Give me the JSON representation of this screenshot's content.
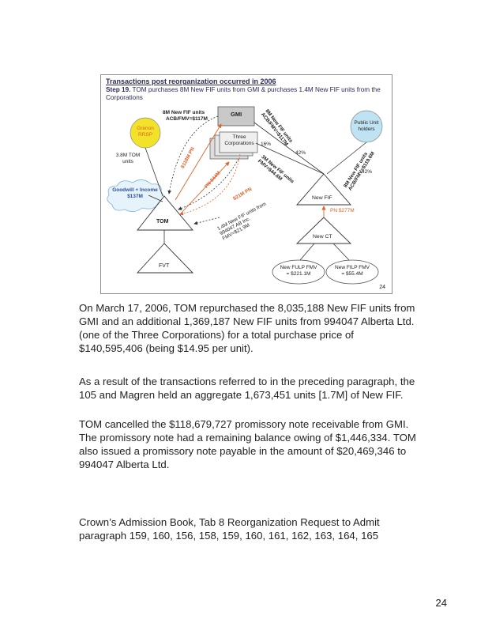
{
  "diagram": {
    "title": "Transactions post reorganization occurred in 2006",
    "step_label": "Step 19.",
    "step_text": " TOM purchases 8M New FIF units from GMI & purchases 1.4M New FIF units from the Corporations",
    "nodes": {
      "gmi": "GMI",
      "three_corporations": "Three Corporations",
      "grenon_rrsp": "Grenon RRSP",
      "public_unit_holders": "Public Unit holders",
      "goodwill_income": "Goodwill + Income $137M",
      "tom": "TOM",
      "fvt": "FVT",
      "new_fif": "New FIF",
      "new_ct": "New CT",
      "new_fulp": "New FULP FMV = $221.1M",
      "new_filp": "New FILP FMV = $55.4M"
    },
    "labels": {
      "tom_units_title": "8M New FIF units",
      "tom_units_acb": "ACB/FMV=$117M",
      "tom_3_8m": "3.8M TOM units",
      "gmi_to_fif": "8M New FIF units ACB/FMV=$117M",
      "pct_16": "16%",
      "pct_42a": "42%",
      "pct_42b": "42%",
      "corp_to_fif": "3M New FIF units FMV=$44.6M",
      "pub_to_fif": "8M New FIF units ACB/FMV=$119.6M",
      "pn_118": "$118M PN",
      "pn_44": "PN $44M",
      "pn_21": "$21M PN",
      "fif_from": "1.4M New FIF units from 994047 AB Inc. FMV=$21.9M",
      "pn_277": "PN $277M",
      "diagram_page": "24"
    }
  },
  "paragraphs": [
    "On March 17, 2006, TOM repurchased the 8,035,188 New FIF units from GMI and an additional 1,369,187 New FIF units from 994047 Alberta Ltd. (one of the Three Corporations) for a total purchase price of $140,595,406 (being $14.95 per unit).",
    "As a result of the transactions referred to in the preceding paragraph, the 105 and Magren held an aggregate 1,673,451 units [1.7M] of New FIF.",
    "TOM cancelled the $118,679,727 promissory note receivable from GMI. The promissory note had a remaining balance owing of $1,446,334. TOM also issued a promissory note payable in the amount of $20,469,346 to 994047 Alberta Ltd.",
    "Crown’s Admission Book, Tab 8 Reorganization  Request to Admit  paragraph 159, 160, 156, 158, 159, 160, 161, 162, 163, 164, 165"
  ],
  "page_number": "24",
  "colors": {
    "orange": "#e0622a",
    "blue": "#2a4f9e",
    "gmi_fill": "#c9c9c9",
    "rrsp_fill": "#f3e22a",
    "public_fill": "#bfe3f2"
  }
}
